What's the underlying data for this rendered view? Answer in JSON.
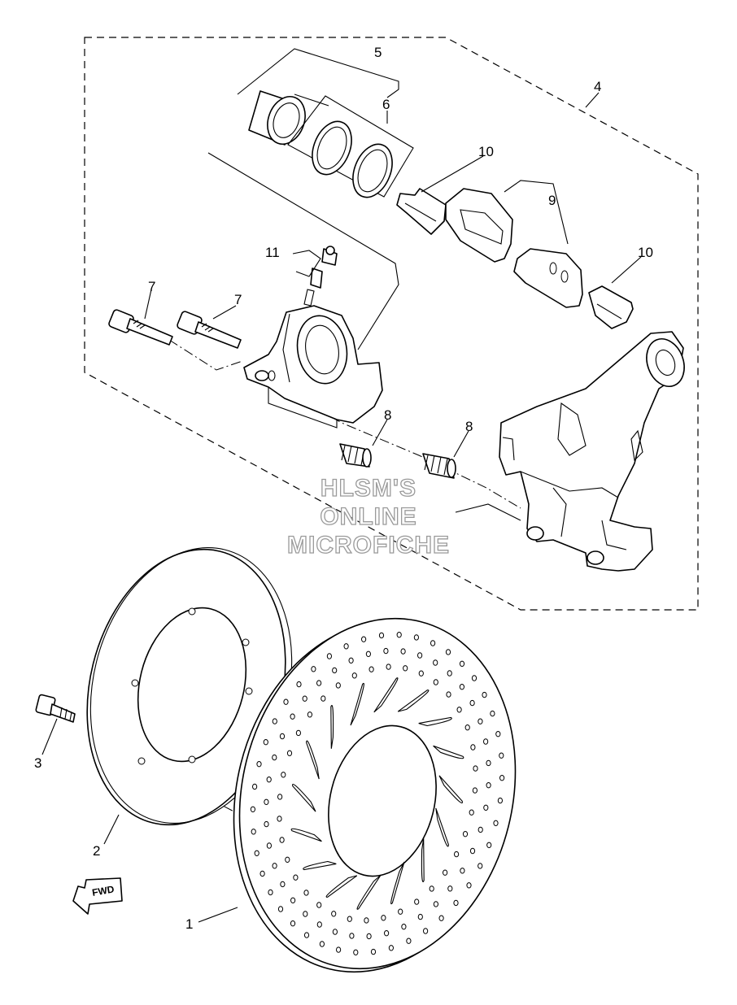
{
  "diagram": {
    "callouts": {
      "disc": "1",
      "hub_plate": "2",
      "bolt": "3",
      "caliper_assembly": "4",
      "piston": "5",
      "seal_kit": "6",
      "pin_left": "7",
      "pin_right": "7",
      "boot_left": "8",
      "boot_right": "8",
      "pad_set": "9",
      "shim_left": "10",
      "shim_right": "10",
      "bleed_screw": "11"
    },
    "watermark": {
      "line1": "HLSM'S",
      "line2": "ONLINE",
      "line3": "MICROFICHE"
    },
    "direction_label": "FWD"
  }
}
